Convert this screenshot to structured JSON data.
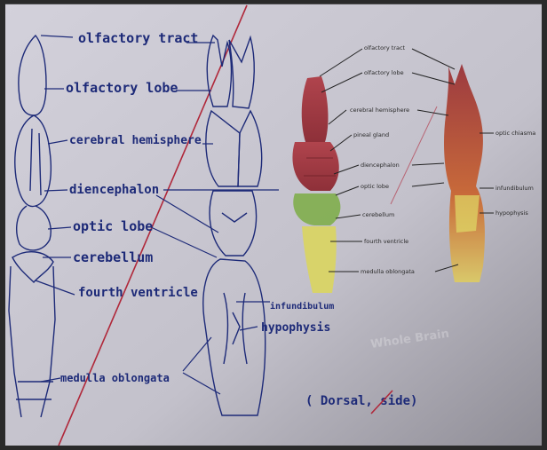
{
  "left_labels": [
    {
      "id": "olfactory-tract",
      "text": "olfactory tract"
    },
    {
      "id": "olfactory-lobe",
      "text": "olfactory lobe"
    },
    {
      "id": "cerebral-hemisphere",
      "text": "cerebral hemisphere"
    },
    {
      "id": "diencephalon",
      "text": "diencephalon"
    },
    {
      "id": "optic-lobe",
      "text": "optic lobe"
    },
    {
      "id": "cerebellum",
      "text": "cerebellum"
    },
    {
      "id": "fourth-ventricle",
      "text": "fourth ventricle"
    },
    {
      "id": "medulla-oblongata",
      "text": "medulla oblongata"
    }
  ],
  "right_labels_hand": [
    {
      "id": "infundibulum",
      "text": "infundibulum"
    },
    {
      "id": "hypophysis",
      "text": "hypophysis"
    }
  ],
  "caption": {
    "open": "( Dorsal,",
    "struck": "side",
    "close": ")"
  },
  "figure_small_labels": [
    {
      "id": "small-olfactory-tract",
      "text": "olfactory tract"
    },
    {
      "id": "small-olfactory-lobe",
      "text": "olfactory lobe"
    },
    {
      "id": "small-cerebral-hemisphere",
      "text": "cerebral hemisphere"
    },
    {
      "id": "small-pineal-gland",
      "text": "pineal gland"
    },
    {
      "id": "small-diencephalon",
      "text": "diencephalon"
    },
    {
      "id": "small-optic-lobe",
      "text": "optic lobe"
    },
    {
      "id": "small-cerebellum",
      "text": "cerebellum"
    },
    {
      "id": "small-fourth-ventricle",
      "text": "fourth ventricle"
    },
    {
      "id": "small-medulla-oblongata",
      "text": "medulla oblongata"
    },
    {
      "id": "small-optic-chiasma",
      "text": "optic chiasma"
    },
    {
      "id": "small-infundibulum",
      "text": "infundibulum"
    },
    {
      "id": "small-hypophysis",
      "text": "hypophysis"
    }
  ],
  "watermark": "Whole Brain",
  "colors": {
    "ink": "#1d2a78",
    "paper": "#c9c7d2",
    "margin_line": "#b0283a",
    "cerebrum": "#a63d45",
    "optic": "#7fae4c",
    "medulla": "#d8d36a"
  }
}
